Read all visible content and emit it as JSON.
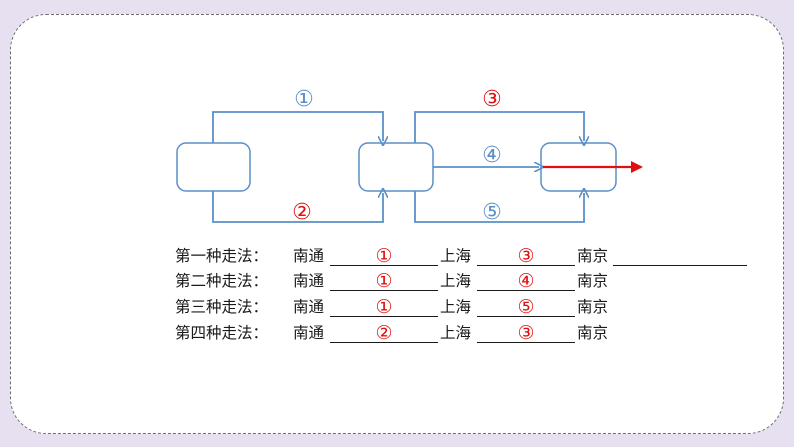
{
  "colors": {
    "blue": "#5b8fc8",
    "red": "#e01010",
    "text": "#1a1a1a"
  },
  "diagram": {
    "route_labels": [
      {
        "text": "①",
        "color": "#5b8fc8"
      },
      {
        "text": "②",
        "color": "#e01010"
      },
      {
        "text": "③",
        "color": "#e01010"
      },
      {
        "text": "④",
        "color": "#5b8fc8"
      },
      {
        "text": "⑤",
        "color": "#5b8fc8"
      }
    ]
  },
  "rows": [
    {
      "label": "第一种走法：",
      "from": "南通",
      "ans1": "①",
      "mid": "上海",
      "ans2": "③",
      "to": "南京"
    },
    {
      "label": "第二种走法：",
      "from": "南通",
      "ans1": "①",
      "mid": "上海",
      "ans2": "④",
      "to": "南京"
    },
    {
      "label": "第三种走法：",
      "from": "南通",
      "ans1": "①",
      "mid": "上海",
      "ans2": "⑤",
      "to": "南京"
    },
    {
      "label": "第四种走法：",
      "from": "南通",
      "ans1": "②",
      "mid": "上海",
      "ans2": "③",
      "to": "南京"
    }
  ]
}
